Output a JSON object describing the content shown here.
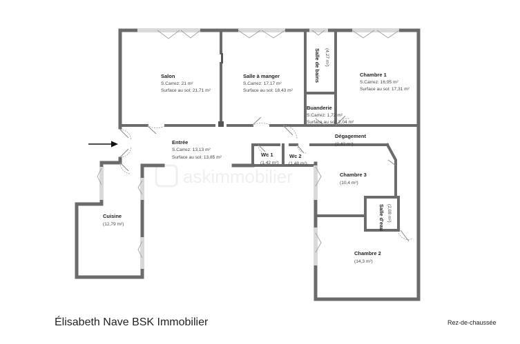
{
  "rooms": {
    "salon": {
      "name": "Salon",
      "carrez": "S.Carrez: 21 m²",
      "floor": "Surface au sol: 21,71 m²"
    },
    "salle_a_manger": {
      "name": "Salle à manger",
      "carrez": "S.Carrez: 17,17 m²",
      "floor": "Surface au sol: 18,43 m²"
    },
    "salle_de_bains": {
      "name": "Salle de bains",
      "area": "(4,27 m²)"
    },
    "chambre1": {
      "name": "Chambre 1",
      "carrez": "S.Carrez: 16,95 m²",
      "floor": "Surface au sol: 17,31 m²"
    },
    "buanderie": {
      "name": "Buanderie",
      "carrez": "S.Carrez: 1,72 m²",
      "floor": "Surface au sol: 2,04 m²"
    },
    "entree": {
      "name": "Entrée",
      "carrez": "S.Carrez: 13,13 m²",
      "floor": "Surface au sol: 13,85 m²"
    },
    "wc1": {
      "name": "Wc 1",
      "area": "(1,42 m²)"
    },
    "wc2": {
      "name": "Wc 2",
      "area": "(1,48 m²)"
    },
    "degagement": {
      "name": "Dégagement",
      "area": "(2,43 m²)"
    },
    "chambre3": {
      "name": "Chambre 3",
      "area": "(10,4 m²)"
    },
    "salle_d_eau": {
      "name": "Salle d'eau",
      "area": "(2,08 m²)"
    },
    "cuisine": {
      "name": "Cuisine",
      "area": "(12,79 m²)"
    },
    "chambre2": {
      "name": "Chambre 2",
      "area": "(14,3 m²)"
    }
  },
  "watermark": "askimmobilier",
  "footer": {
    "agency": "Élisabeth Nave BSK Immobilier",
    "level": "Rez-de-chaussée"
  },
  "colors": {
    "wall": "#6b6b6b",
    "window": "#d9d9d9",
    "text": "#222222"
  },
  "icons": {
    "entry_arrow": "arrow-right-icon"
  }
}
